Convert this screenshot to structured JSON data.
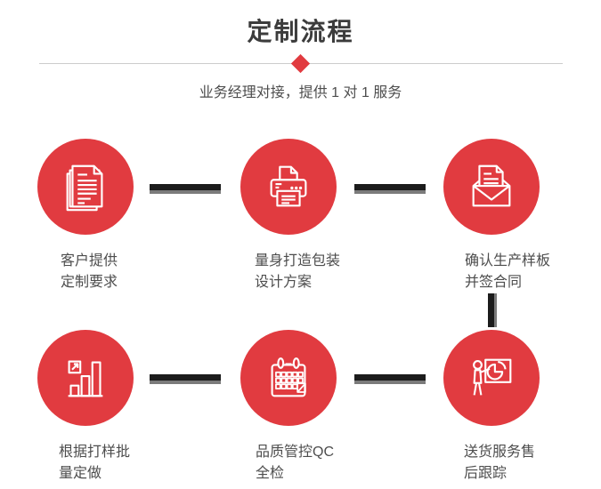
{
  "header": {
    "title": "定制流程",
    "subtitle": "业务经理对接，提供 1 对 1 服务"
  },
  "steps": [
    {
      "icon": "documents-icon",
      "line1": "客户提供",
      "line2": "定制要求"
    },
    {
      "icon": "printer-icon",
      "line1": "量身打造包装",
      "line2": "设计方案"
    },
    {
      "icon": "envelope-icon",
      "line1": "确认生产样板",
      "line2": "并签合同"
    },
    {
      "icon": "bar-chart-icon",
      "line1": "根据打样批",
      "line2": "量定做"
    },
    {
      "icon": "calendar-icon",
      "line1": "品质管控QC",
      "line2": "全检"
    },
    {
      "icon": "presentation-icon",
      "line1": "送货服务售",
      "line2": "后跟踪"
    }
  ],
  "colors": {
    "accent_red": "#e13b40",
    "connector_black": "#1c1c1c",
    "connector_shadow": "#7b7b7b",
    "divider_gray": "#cccccc",
    "title_text": "#3c3c3c",
    "label_text": "#4d4d4d",
    "icon_stroke": "#ffffff"
  }
}
